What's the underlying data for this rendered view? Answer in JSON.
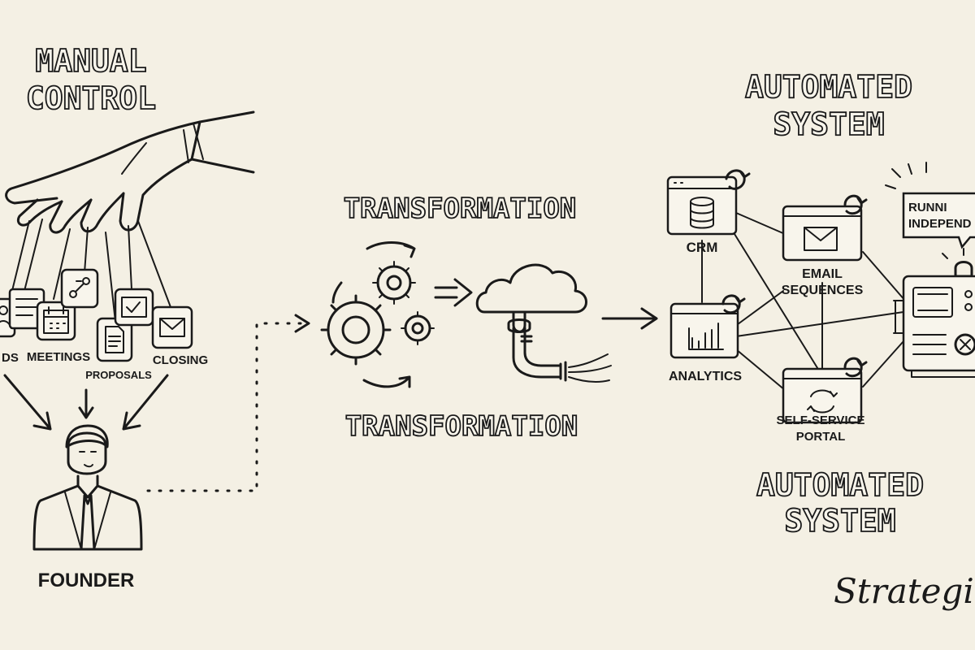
{
  "headings": {
    "manual_control_1": "MANUAL",
    "manual_control_2": "CONTROL",
    "transformation_top": "TRANSFORMATION",
    "transformation_bottom": "TRANSFORMATION",
    "automated_top_1": "AUTOMATED",
    "automated_top_2": "SYSTEM",
    "automated_bottom_1": "AUTOMATED",
    "automated_bottom_2": "SYSTEM"
  },
  "manual_tasks": [
    "DS",
    "MEETINGS",
    "PROPOSALS",
    "CLOSING"
  ],
  "founder_label": "FOUNDER",
  "system_nodes": {
    "crm": "CRM",
    "email_1": "EMAIL",
    "email_2": "SEQUENCES",
    "analytics": "ANALYTICS",
    "portal_1": "SELF-SERVICE",
    "portal_2": "PORTAL"
  },
  "speech_bubble": {
    "line1": "RUNNI",
    "line2": "INDEPEND"
  },
  "signature": "Strategic S",
  "icons": [
    "hand-icon",
    "calendar-icon",
    "document-icon",
    "envelope-icon",
    "person-icon",
    "gear-icon",
    "cloud-pipe-icon",
    "database-icon",
    "bar-chart-icon",
    "refresh-icon",
    "machine-icon"
  ],
  "colors": {
    "background": "#f4f0e4",
    "ink": "#1a1a1a",
    "paper": "#f8f5ec"
  }
}
